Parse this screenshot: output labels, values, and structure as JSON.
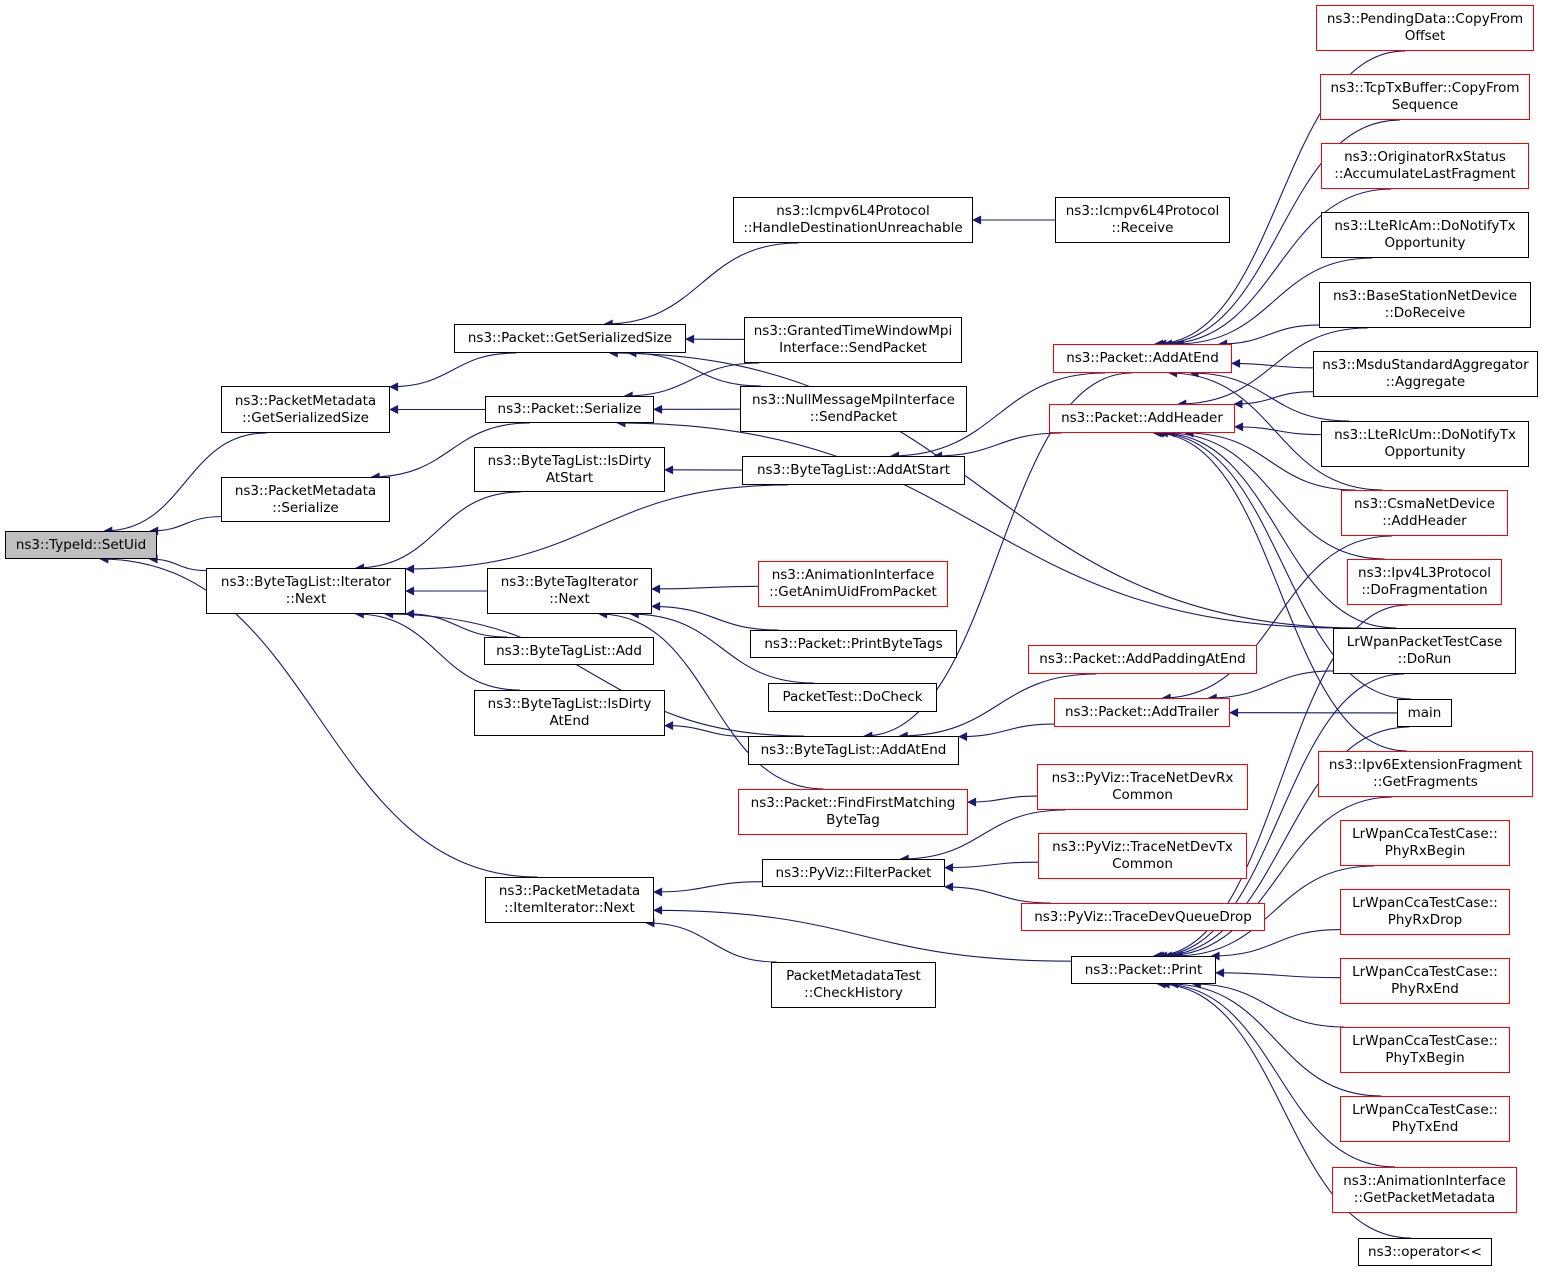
{
  "colors": {
    "edge": "#191970",
    "border": "#000000",
    "border_highlight": "#ff0000",
    "root_fill": "#bfbfbf"
  },
  "nodes": [
    {
      "id": "setuid",
      "lines": [
        "ns3::TypeId::SetUid"
      ],
      "style": "root"
    },
    {
      "id": "pm_gss",
      "lines": [
        "ns3::PacketMetadata",
        "::GetSerializedSize"
      ],
      "style": "black"
    },
    {
      "id": "pm_ser",
      "lines": [
        "ns3::PacketMetadata",
        "::Serialize"
      ],
      "style": "black"
    },
    {
      "id": "btl_itnext",
      "lines": [
        "ns3::ByteTagList::Iterator",
        "::Next"
      ],
      "style": "black"
    },
    {
      "id": "pm_itnext",
      "lines": [
        "ns3::PacketMetadata",
        "::ItemIterator::Next"
      ],
      "style": "black"
    },
    {
      "id": "p_gss",
      "lines": [
        "ns3::Packet::GetSerializedSize"
      ],
      "style": "black"
    },
    {
      "id": "p_ser",
      "lines": [
        "ns3::Packet::Serialize"
      ],
      "style": "black"
    },
    {
      "id": "btl_dirtystart",
      "lines": [
        "ns3::ByteTagList::IsDirty",
        "AtStart"
      ],
      "style": "black"
    },
    {
      "id": "bti_next",
      "lines": [
        "ns3::ByteTagIterator",
        "::Next"
      ],
      "style": "black"
    },
    {
      "id": "btl_add",
      "lines": [
        "ns3::ByteTagList::Add"
      ],
      "style": "black"
    },
    {
      "id": "btl_dirtyend",
      "lines": [
        "ns3::ByteTagList::IsDirty",
        "AtEnd"
      ],
      "style": "black"
    },
    {
      "id": "icmp_hdu",
      "lines": [
        "ns3::Icmpv6L4Protocol",
        "::HandleDestinationUnreachable"
      ],
      "style": "black"
    },
    {
      "id": "granted",
      "lines": [
        "ns3::GrantedTimeWindowMpi",
        "Interface::SendPacket"
      ],
      "style": "black"
    },
    {
      "id": "nullmsg",
      "lines": [
        "ns3::NullMessageMpiInterface",
        "::SendPacket"
      ],
      "style": "black"
    },
    {
      "id": "btl_addatstart",
      "lines": [
        "ns3::ByteTagList::AddAtStart"
      ],
      "style": "black"
    },
    {
      "id": "anim_uid",
      "lines": [
        "ns3::AnimationInterface",
        "::GetAnimUidFromPacket"
      ],
      "style": "red"
    },
    {
      "id": "p_printbt",
      "lines": [
        "ns3::Packet::PrintByteTags"
      ],
      "style": "black"
    },
    {
      "id": "pt_docheck",
      "lines": [
        "PacketTest::DoCheck"
      ],
      "style": "black"
    },
    {
      "id": "btl_addatend",
      "lines": [
        "ns3::ByteTagList::AddAtEnd"
      ],
      "style": "black"
    },
    {
      "id": "p_ffmbt",
      "lines": [
        "ns3::Packet::FindFirstMatching",
        "ByteTag"
      ],
      "style": "red"
    },
    {
      "id": "pyviz_filter",
      "lines": [
        "ns3::PyViz::FilterPacket"
      ],
      "style": "black"
    },
    {
      "id": "pmt_check",
      "lines": [
        "PacketMetadataTest",
        "::CheckHistory"
      ],
      "style": "black"
    },
    {
      "id": "icmp_recv",
      "lines": [
        "ns3::Icmpv6L4Protocol",
        "::Receive"
      ],
      "style": "black"
    },
    {
      "id": "p_addatend",
      "lines": [
        "ns3::Packet::AddAtEnd"
      ],
      "style": "red"
    },
    {
      "id": "p_addheader",
      "lines": [
        "ns3::Packet::AddHeader"
      ],
      "style": "red"
    },
    {
      "id": "p_addpad",
      "lines": [
        "ns3::Packet::AddPaddingAtEnd"
      ],
      "style": "red"
    },
    {
      "id": "p_addtrailer",
      "lines": [
        "ns3::Packet::AddTrailer"
      ],
      "style": "red"
    },
    {
      "id": "pyviz_rx",
      "lines": [
        "ns3::PyViz::TraceNetDevRx",
        "Common"
      ],
      "style": "red"
    },
    {
      "id": "pyviz_tx",
      "lines": [
        "ns3::PyViz::TraceNetDevTx",
        "Common"
      ],
      "style": "red"
    },
    {
      "id": "pyviz_queue",
      "lines": [
        "ns3::PyViz::TraceDevQueueDrop"
      ],
      "style": "red"
    },
    {
      "id": "p_print",
      "lines": [
        "ns3::Packet::Print"
      ],
      "style": "black"
    },
    {
      "id": "pending",
      "lines": [
        "ns3::PendingData::CopyFrom",
        "Offset"
      ],
      "style": "red"
    },
    {
      "id": "tcptx",
      "lines": [
        "ns3::TcpTxBuffer::CopyFrom",
        "Sequence"
      ],
      "style": "red"
    },
    {
      "id": "origrx",
      "lines": [
        "ns3::OriginatorRxStatus",
        "::AccumulateLastFragment"
      ],
      "style": "red"
    },
    {
      "id": "lterlcam",
      "lines": [
        "ns3::LteRlcAm::DoNotifyTx",
        "Opportunity"
      ],
      "style": "black"
    },
    {
      "id": "bsnd",
      "lines": [
        "ns3::BaseStationNetDevice",
        "::DoReceive"
      ],
      "style": "black"
    },
    {
      "id": "msdu",
      "lines": [
        "ns3::MsduStandardAggregator",
        "::Aggregate"
      ],
      "style": "black"
    },
    {
      "id": "lterlcum",
      "lines": [
        "ns3::LteRlcUm::DoNotifyTx",
        "Opportunity"
      ],
      "style": "black"
    },
    {
      "id": "csma",
      "lines": [
        "ns3::CsmaNetDevice",
        "::AddHeader"
      ],
      "style": "red"
    },
    {
      "id": "ipv4frag",
      "lines": [
        "ns3::Ipv4L3Protocol",
        "::DoFragmentation"
      ],
      "style": "red"
    },
    {
      "id": "lrwpanpkt",
      "lines": [
        "LrWpanPacketTestCase",
        "::DoRun"
      ],
      "style": "black"
    },
    {
      "id": "main",
      "lines": [
        "main"
      ],
      "style": "black"
    },
    {
      "id": "ipv6frag",
      "lines": [
        "ns3::Ipv6ExtensionFragment",
        "::GetFragments"
      ],
      "style": "red"
    },
    {
      "id": "cca_rxbegin",
      "lines": [
        "LrWpanCcaTestCase::",
        "PhyRxBegin"
      ],
      "style": "red"
    },
    {
      "id": "cca_rxdrop",
      "lines": [
        "LrWpanCcaTestCase::",
        "PhyRxDrop"
      ],
      "style": "red"
    },
    {
      "id": "cca_rxend",
      "lines": [
        "LrWpanCcaTestCase::",
        "PhyRxEnd"
      ],
      "style": "red"
    },
    {
      "id": "cca_txbegin",
      "lines": [
        "LrWpanCcaTestCase::",
        "PhyTxBegin"
      ],
      "style": "red"
    },
    {
      "id": "cca_txend",
      "lines": [
        "LrWpanCcaTestCase::",
        "PhyTxEnd"
      ],
      "style": "red"
    },
    {
      "id": "anim_meta",
      "lines": [
        "ns3::AnimationInterface",
        "::GetPacketMetadata"
      ],
      "style": "red"
    },
    {
      "id": "op_out",
      "lines": [
        "ns3::operator<<"
      ],
      "style": "black"
    }
  ],
  "edges": [
    [
      "pm_gss",
      "setuid"
    ],
    [
      "pm_ser",
      "setuid"
    ],
    [
      "btl_itnext",
      "setuid"
    ],
    [
      "pm_itnext",
      "setuid"
    ],
    [
      "p_gss",
      "pm_gss"
    ],
    [
      "p_ser",
      "pm_gss"
    ],
    [
      "p_ser",
      "pm_ser"
    ],
    [
      "icmp_hdu",
      "p_gss"
    ],
    [
      "granted",
      "p_gss"
    ],
    [
      "nullmsg",
      "p_gss"
    ],
    [
      "lrwpanpkt",
      "p_gss"
    ],
    [
      "granted",
      "p_ser"
    ],
    [
      "nullmsg",
      "p_ser"
    ],
    [
      "lrwpanpkt",
      "p_ser"
    ],
    [
      "icmp_recv",
      "icmp_hdu"
    ],
    [
      "btl_dirtystart",
      "btl_itnext"
    ],
    [
      "btl_addatstart",
      "btl_itnext"
    ],
    [
      "bti_next",
      "btl_itnext"
    ],
    [
      "btl_add",
      "btl_itnext"
    ],
    [
      "btl_dirtyend",
      "btl_itnext"
    ],
    [
      "btl_addatend",
      "btl_itnext"
    ],
    [
      "btl_addatstart",
      "btl_dirtystart"
    ],
    [
      "btl_addatend",
      "btl_dirtyend"
    ],
    [
      "anim_uid",
      "bti_next"
    ],
    [
      "p_printbt",
      "bti_next"
    ],
    [
      "pt_docheck",
      "bti_next"
    ],
    [
      "p_ffmbt",
      "bti_next"
    ],
    [
      "p_addatend",
      "btl_addatstart"
    ],
    [
      "p_addheader",
      "btl_addatstart"
    ],
    [
      "p_addatend",
      "btl_addatend"
    ],
    [
      "p_addpad",
      "btl_addatend"
    ],
    [
      "p_addtrailer",
      "btl_addatend"
    ],
    [
      "pyviz_rx",
      "p_ffmbt"
    ],
    [
      "pyviz_filter",
      "pm_itnext"
    ],
    [
      "p_print",
      "pm_itnext"
    ],
    [
      "pmt_check",
      "pm_itnext"
    ],
    [
      "pyviz_rx",
      "pyviz_filter"
    ],
    [
      "pyviz_tx",
      "pyviz_filter"
    ],
    [
      "pyviz_queue",
      "pyviz_filter"
    ],
    [
      "pending",
      "p_addatend"
    ],
    [
      "tcptx",
      "p_addatend"
    ],
    [
      "origrx",
      "p_addatend"
    ],
    [
      "lterlcam",
      "p_addatend"
    ],
    [
      "bsnd",
      "p_addatend"
    ],
    [
      "msdu",
      "p_addatend"
    ],
    [
      "lterlcum",
      "p_addatend"
    ],
    [
      "csma",
      "p_addatend"
    ],
    [
      "bsnd",
      "p_addheader"
    ],
    [
      "msdu",
      "p_addheader"
    ],
    [
      "lterlcum",
      "p_addheader"
    ],
    [
      "csma",
      "p_addheader"
    ],
    [
      "ipv4frag",
      "p_addheader"
    ],
    [
      "lrwpanpkt",
      "p_addheader"
    ],
    [
      "main",
      "p_addheader"
    ],
    [
      "ipv6frag",
      "p_addheader"
    ],
    [
      "csma",
      "p_addtrailer"
    ],
    [
      "lrwpanpkt",
      "p_addtrailer"
    ],
    [
      "main",
      "p_addtrailer"
    ],
    [
      "ipv4frag",
      "p_print"
    ],
    [
      "lrwpanpkt",
      "p_print"
    ],
    [
      "main",
      "p_print"
    ],
    [
      "ipv6frag",
      "p_print"
    ],
    [
      "cca_rxbegin",
      "p_print"
    ],
    [
      "cca_rxdrop",
      "p_print"
    ],
    [
      "cca_rxend",
      "p_print"
    ],
    [
      "cca_txbegin",
      "p_print"
    ],
    [
      "cca_txend",
      "p_print"
    ],
    [
      "anim_meta",
      "p_print"
    ],
    [
      "op_out",
      "p_print"
    ]
  ]
}
